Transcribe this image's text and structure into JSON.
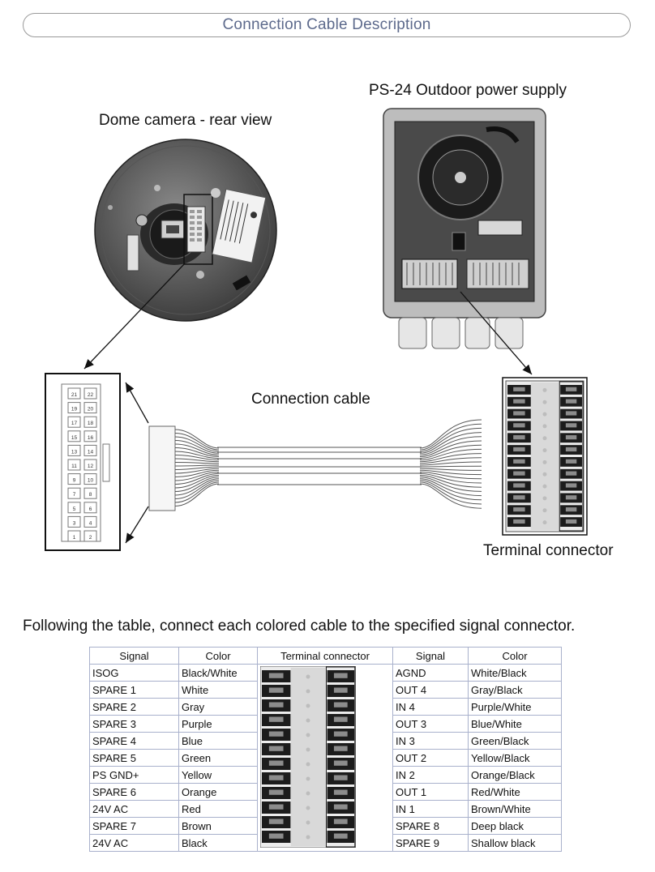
{
  "header": {
    "title": "Connection Cable Description"
  },
  "labels": {
    "power_supply": "PS-24 Outdoor power supply",
    "dome_camera": "Dome camera - rear view",
    "connection_cable": "Connection cable",
    "terminal_connector": "Terminal connector"
  },
  "connector_pins": {
    "left_column": [
      "21",
      "19",
      "17",
      "15",
      "13",
      "11",
      "9",
      "7",
      "5",
      "3",
      "1"
    ],
    "right_column": [
      "22",
      "20",
      "18",
      "16",
      "14",
      "12",
      "10",
      "8",
      "6",
      "4",
      "2"
    ]
  },
  "instruction": "Following the table, connect each colored cable to the specified signal connector.",
  "table": {
    "headers": [
      "Signal",
      "Color",
      "Terminal connector",
      "Signal",
      "Color"
    ],
    "rows": [
      {
        "signal_left": "ISOG",
        "color_left": "Black/White",
        "signal_right": "AGND",
        "color_right": "White/Black"
      },
      {
        "signal_left": "SPARE 1",
        "color_left": "White",
        "signal_right": "OUT 4",
        "color_right": "Gray/Black"
      },
      {
        "signal_left": "SPARE 2",
        "color_left": "Gray",
        "signal_right": "IN 4",
        "color_right": "Purple/White"
      },
      {
        "signal_left": "SPARE 3",
        "color_left": "Purple",
        "signal_right": "OUT 3",
        "color_right": "Blue/White"
      },
      {
        "signal_left": "SPARE 4",
        "color_left": "Blue",
        "signal_right": "IN 3",
        "color_right": "Green/Black"
      },
      {
        "signal_left": "SPARE 5",
        "color_left": "Green",
        "signal_right": "OUT 2",
        "color_right": "Yellow/Black"
      },
      {
        "signal_left": "PS GND+",
        "color_left": "Yellow",
        "signal_right": "IN 2",
        "color_right": "Orange/Black"
      },
      {
        "signal_left": "SPARE 6",
        "color_left": "Orange",
        "signal_right": "OUT 1",
        "color_right": "Red/White"
      },
      {
        "signal_left": "24V AC",
        "color_left": "Red",
        "signal_right": "IN 1",
        "color_right": "Brown/White"
      },
      {
        "signal_left": "SPARE 7",
        "color_left": "Brown",
        "signal_right": "SPARE 8",
        "color_right": "Deep black"
      },
      {
        "signal_left": "24V AC",
        "color_left": "Black",
        "signal_right": "SPARE 9",
        "color_right": "Shallow black"
      }
    ]
  }
}
